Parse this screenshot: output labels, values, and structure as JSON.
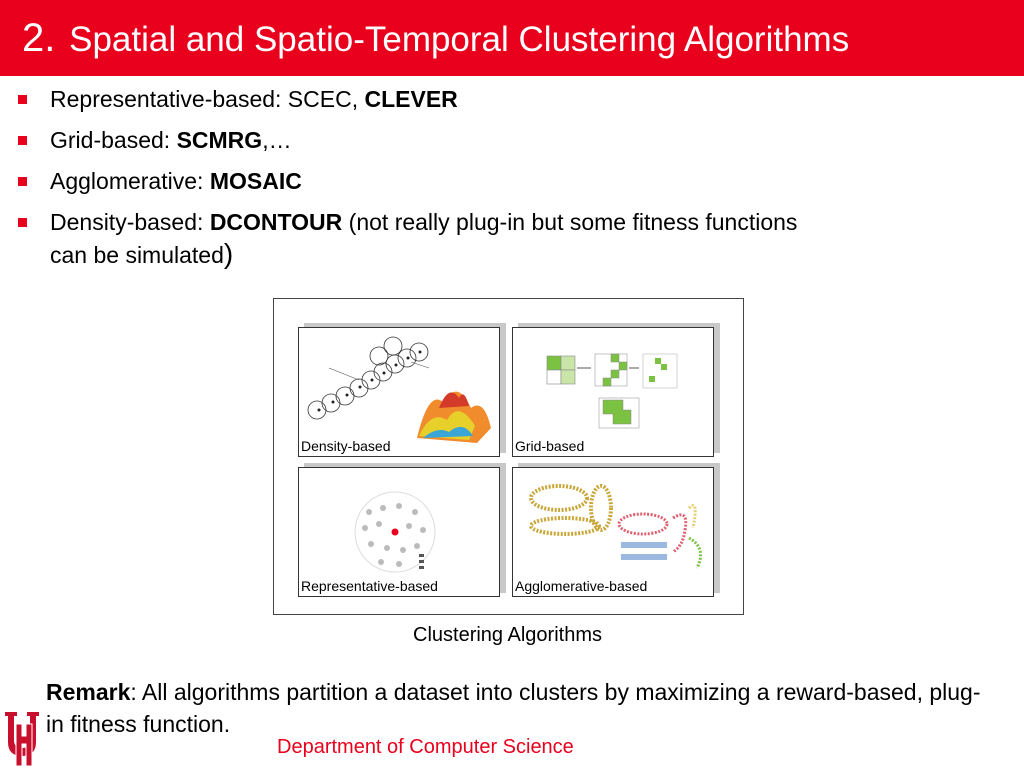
{
  "slide": {
    "title_num": "2.",
    "title_text": "Spatial and Spatio-Temporal Clustering Algorithms"
  },
  "bullets": [
    {
      "prefix": "Representative-based: SCEC, ",
      "bold": "CLEVER",
      "suffix": ""
    },
    {
      "prefix": "Grid-based: ",
      "bold": "SCMRG",
      "suffix": ",…"
    },
    {
      "prefix": "Agglomerative: ",
      "bold": "MOSAIC",
      "suffix": ""
    },
    {
      "prefix": "Density-based: ",
      "bold": "DCONTOUR",
      "suffix": " (not really plug-in but some fitness functions",
      "continuation": "can be simulated",
      "closing": ")"
    }
  ],
  "figure": {
    "panels": {
      "density": "Density-based",
      "grid": "Grid-based",
      "representative": "Representative-based",
      "agglomerative": "Agglomerative-based"
    },
    "caption": "Clustering Algorithms"
  },
  "remark": {
    "label": "Remark",
    "text": ": All algorithms partition a dataset into clusters by maximizing a reward-based, plug-in fitness function."
  },
  "footer": {
    "department": "Department of Computer Science",
    "logo_text": "UH"
  },
  "colors": {
    "accent": "#e8001c",
    "grid_green": "#7cc242",
    "light_green": "#c9e6a8"
  }
}
